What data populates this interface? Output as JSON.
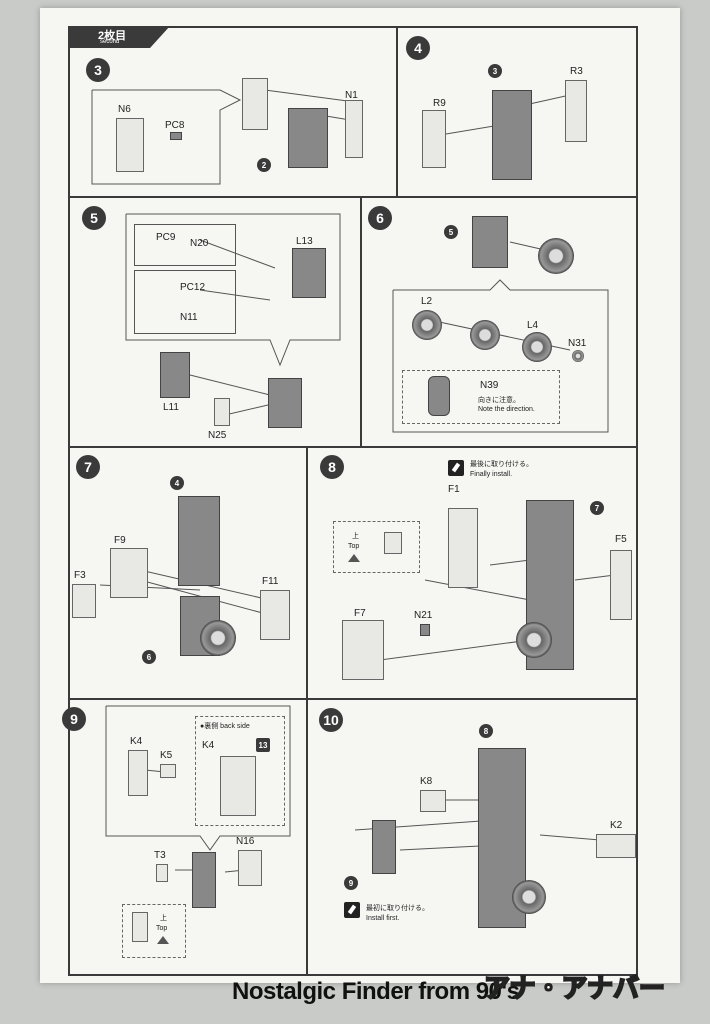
{
  "header": {
    "sheet_label": "2枚目",
    "sheet_sub": "second"
  },
  "steps": {
    "s3": {
      "num": "3",
      "n6": "N6",
      "pc8": "PC8",
      "n1": "N1",
      "ref2": "2"
    },
    "s4": {
      "num": "4",
      "ref3": "3",
      "r3": "R3",
      "r9": "R9"
    },
    "s5": {
      "num": "5",
      "pc9": "PC9",
      "n20": "N20",
      "l13": "L13",
      "pc12": "PC12",
      "n11": "N11",
      "l11": "L11",
      "n25": "N25"
    },
    "s6": {
      "num": "6",
      "ref5": "5",
      "l2": "L2",
      "l4": "L4",
      "n31": "N31",
      "n39": "N39",
      "note_jp": "向きに注意。",
      "note_en": "Note the direction."
    },
    "s7": {
      "num": "7",
      "ref4": "4",
      "f9": "F9",
      "f3": "F3",
      "f11": "F11",
      "ref6": "6"
    },
    "s8": {
      "num": "8",
      "note_jp": "最後に取り付ける。",
      "note_en": "Finally install.",
      "f1": "F1",
      "ref7": "7",
      "top_jp": "上",
      "top_en": "Top",
      "f5": "F5",
      "n21": "N21",
      "f7": "F7"
    },
    "s9": {
      "num": "9",
      "backside": "●裏側  back side",
      "k4a": "K4",
      "k5": "K5",
      "k4b": "K4",
      "ref13": "13",
      "t3": "T3",
      "n16": "N16",
      "top_jp": "上",
      "top_en": "Top"
    },
    "s10": {
      "num": "10",
      "ref8": "8",
      "k8": "K8",
      "k2": "K2",
      "ref9": "9",
      "note_jp": "最初に取り付ける。",
      "note_en": "Install first."
    }
  },
  "footer": {
    "watermark": "Nostalgic Finder from 90's",
    "logo": "アナ・アナバー"
  },
  "colors": {
    "badge": "#3a3a3a",
    "paper": "#f6f6f3",
    "background": "#c9cbc8"
  }
}
